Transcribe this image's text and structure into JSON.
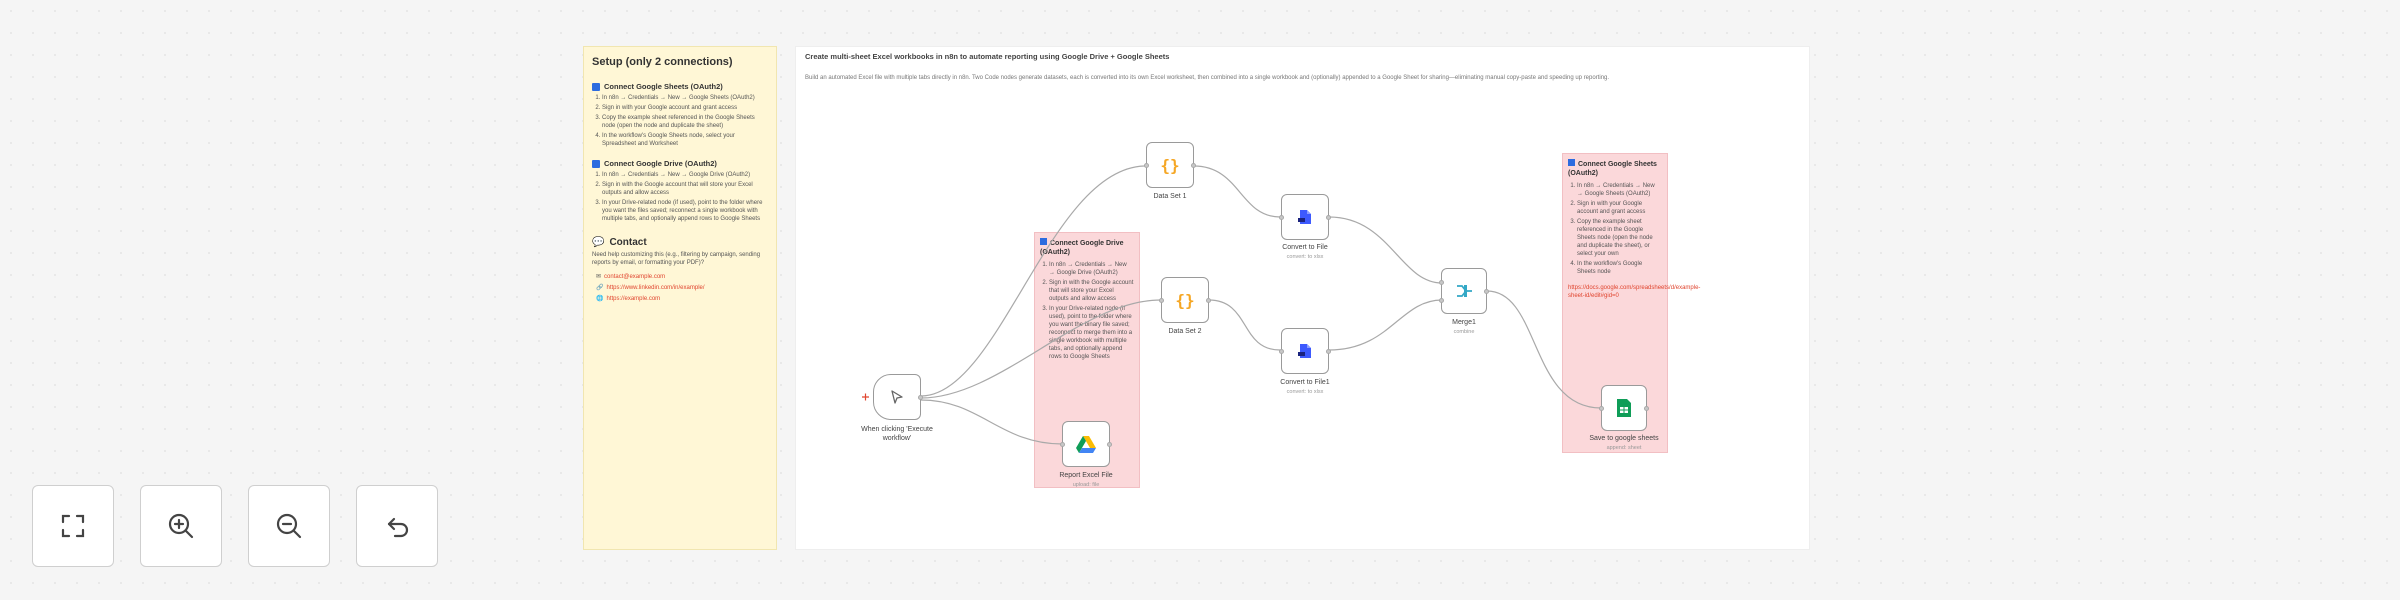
{
  "setup": {
    "title": "Setup (only 2 connections)",
    "sheets_title": "Connect Google Sheets (OAuth2)",
    "sheets_steps": [
      "In n8n → Credentials → New → Google Sheets (OAuth2)",
      "Sign in with your Google account and grant access",
      "Copy the example sheet referenced in the Google Sheets node (open the node and duplicate the sheet)",
      "In the workflow's Google Sheets node, select your Spreadsheet and Worksheet"
    ],
    "drive_title": "Connect Google Drive (OAuth2)",
    "drive_steps": [
      "In n8n → Credentials → New → Google Drive (OAuth2)",
      "Sign in with the Google account that will store your Excel outputs and allow access",
      "In your Drive-related node (if used), point to the folder where you want the files saved; reconnect a single workbook with multiple tabs, and optionally append rows to Google Sheets"
    ],
    "contact_title": "Contact",
    "contact_text": "Need help customizing this (e.g., filtering by campaign, sending reports by email, or formatting your PDF)?",
    "contacts": [
      {
        "label": "✉",
        "value": "contact@example.com"
      },
      {
        "label": "🔗",
        "value": "https://www.linkedin.com/in/example/"
      },
      {
        "label": "🌐",
        "value": "https://example.com"
      }
    ]
  },
  "workflow": {
    "title": "Create multi-sheet Excel workbooks in n8n to automate reporting using Google Drive + Google Sheets",
    "description": "Build an automated Excel file with multiple tabs directly in n8n. Two Code nodes generate datasets, each is converted into its own Excel worksheet, then combined into a single workbook and (optionally) appended to a Google Sheet for sharing—eliminating manual copy-paste and speeding up reporting."
  },
  "drive_note": {
    "title": "Connect Google Drive (OAuth2)",
    "steps": [
      "In n8n → Credentials → New → Google Drive (OAuth2)",
      "Sign in with the Google account that will store your Excel outputs and allow access",
      "In your Drive-related node (if used), point to the folder where you want the binary file saved; reconnect to merge them into a single workbook with multiple tabs, and optionally append rows to Google Sheets"
    ]
  },
  "sheets_note": {
    "title": "Connect Google Sheets (OAuth2)",
    "steps": [
      "In n8n → Credentials → New → Google Sheets (OAuth2)",
      "Sign in with your Google account and grant access",
      "Copy the example sheet referenced in the Google Sheets node (open the node and duplicate the sheet), or select your own",
      "In the workflow's Google Sheets node"
    ],
    "link": "https://docs.google.com/spreadsheets/d/example-sheet-id/edit#gid=0"
  },
  "nodes": {
    "trigger": {
      "label": "When clicking 'Execute workflow'"
    },
    "dataset1": {
      "label": "Data Set 1"
    },
    "dataset2": {
      "label": "Data Set 2"
    },
    "convert1": {
      "label": "Convert to File",
      "sub": "convert: to xlsx"
    },
    "convert2": {
      "label": "Convert to File1",
      "sub": "convert: to xlsx"
    },
    "merge": {
      "label": "Merge1",
      "sub": "combine"
    },
    "report": {
      "label": "Report Excel File",
      "sub": "upload: file"
    },
    "save_sheets": {
      "label": "Save to google sheets",
      "sub": "append: sheet"
    }
  },
  "controls": {
    "fit": "fit-view",
    "zoom_in": "zoom-in",
    "zoom_out": "zoom-out",
    "undo": "reset"
  },
  "colors": {
    "note_yellow": "#fff7d6",
    "note_pink": "#fbd8da",
    "code_orange": "#f5a623",
    "file_blue": "#3d5afe",
    "sheets_green": "#0f9d58",
    "merge_teal": "#33a8c6",
    "link_red": "#e0452f"
  }
}
